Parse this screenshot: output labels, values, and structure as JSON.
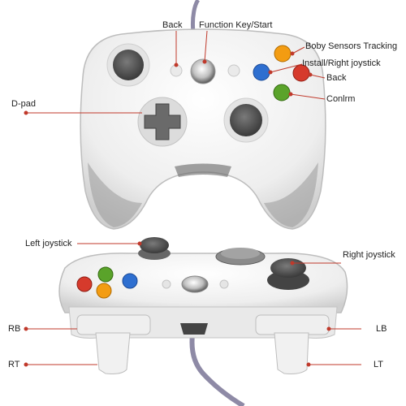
{
  "labels": {
    "back_top": "Back",
    "function_key": "Function Key/Start",
    "body_sensors": "Boby Sensors Tracking",
    "install_right": "Install/Right joystick",
    "back_right": "Back",
    "confirm": "Conlrm",
    "dpad": "D-pad",
    "left_joystick": "Left joystick",
    "right_joystick": "Right joystick",
    "rb": "RB",
    "lb": "LB",
    "rt": "RT",
    "lt": "LT"
  },
  "colors": {
    "accent_red": "#c0392b",
    "button_yellow": "#f39c12",
    "button_blue": "#2e6fd0",
    "button_red": "#d63a2c",
    "button_green": "#5aa32a",
    "body_white": "#f2f2f2",
    "body_shadow": "#c8c8c8",
    "stick_gray": "#555555",
    "cable_purple": "#8e8aa6"
  }
}
